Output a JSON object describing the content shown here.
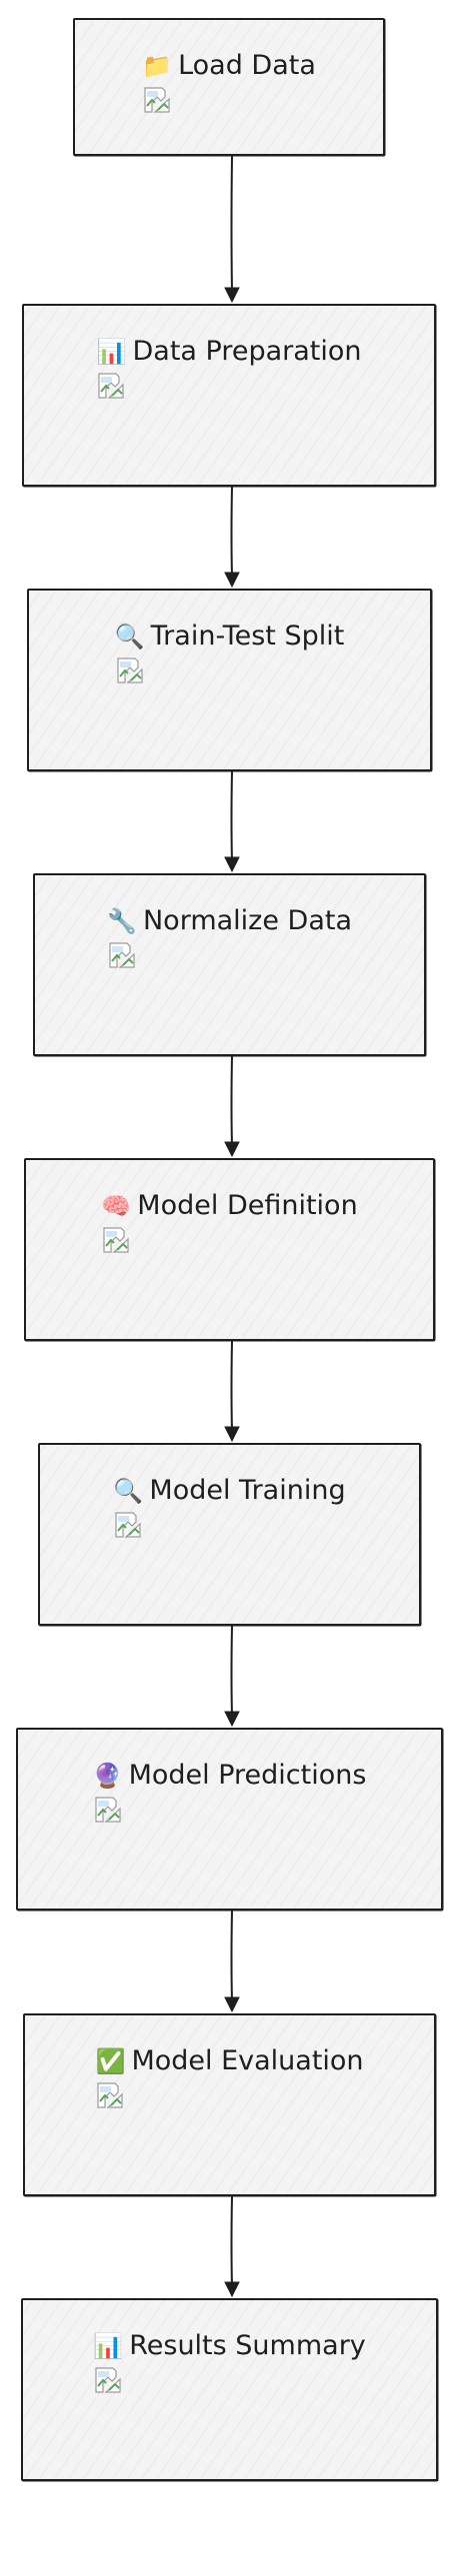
{
  "flowchart": {
    "nodes": [
      {
        "id": "load-data",
        "icon": "folder-icon",
        "glyph": "📁",
        "label": "Load Data"
      },
      {
        "id": "data-preparation",
        "icon": "bar-chart-icon",
        "glyph": "📊",
        "label": "Data Preparation"
      },
      {
        "id": "train-test-split",
        "icon": "magnifier-icon",
        "glyph": "🔍",
        "label": "Train-Test Split"
      },
      {
        "id": "normalize-data",
        "icon": "wrench-icon",
        "glyph": "🔧",
        "label": "Normalize Data"
      },
      {
        "id": "model-definition",
        "icon": "brain-icon",
        "glyph": "🧠",
        "label": "Model Definition"
      },
      {
        "id": "model-training",
        "icon": "magnifier-icon",
        "glyph": "🔍",
        "label": "Model Training"
      },
      {
        "id": "model-predictions",
        "icon": "crystal-ball-icon",
        "glyph": "🔮",
        "label": "Model Predictions"
      },
      {
        "id": "model-evaluation",
        "icon": "check-mark-icon",
        "glyph": "✅",
        "label": "Model Evaluation"
      },
      {
        "id": "results-summary",
        "icon": "bar-chart-icon",
        "glyph": "📊",
        "label": "Results Summary"
      }
    ],
    "edges": [
      [
        "load-data",
        "data-preparation"
      ],
      [
        "data-preparation",
        "train-test-split"
      ],
      [
        "train-test-split",
        "normalize-data"
      ],
      [
        "normalize-data",
        "model-definition"
      ],
      [
        "model-definition",
        "model-training"
      ],
      [
        "model-training",
        "model-predictions"
      ],
      [
        "model-predictions",
        "model-evaluation"
      ],
      [
        "model-evaluation",
        "results-summary"
      ]
    ],
    "colors": {
      "stroke": "#1e1e1e",
      "node_fill": "#f4f4f4"
    }
  }
}
